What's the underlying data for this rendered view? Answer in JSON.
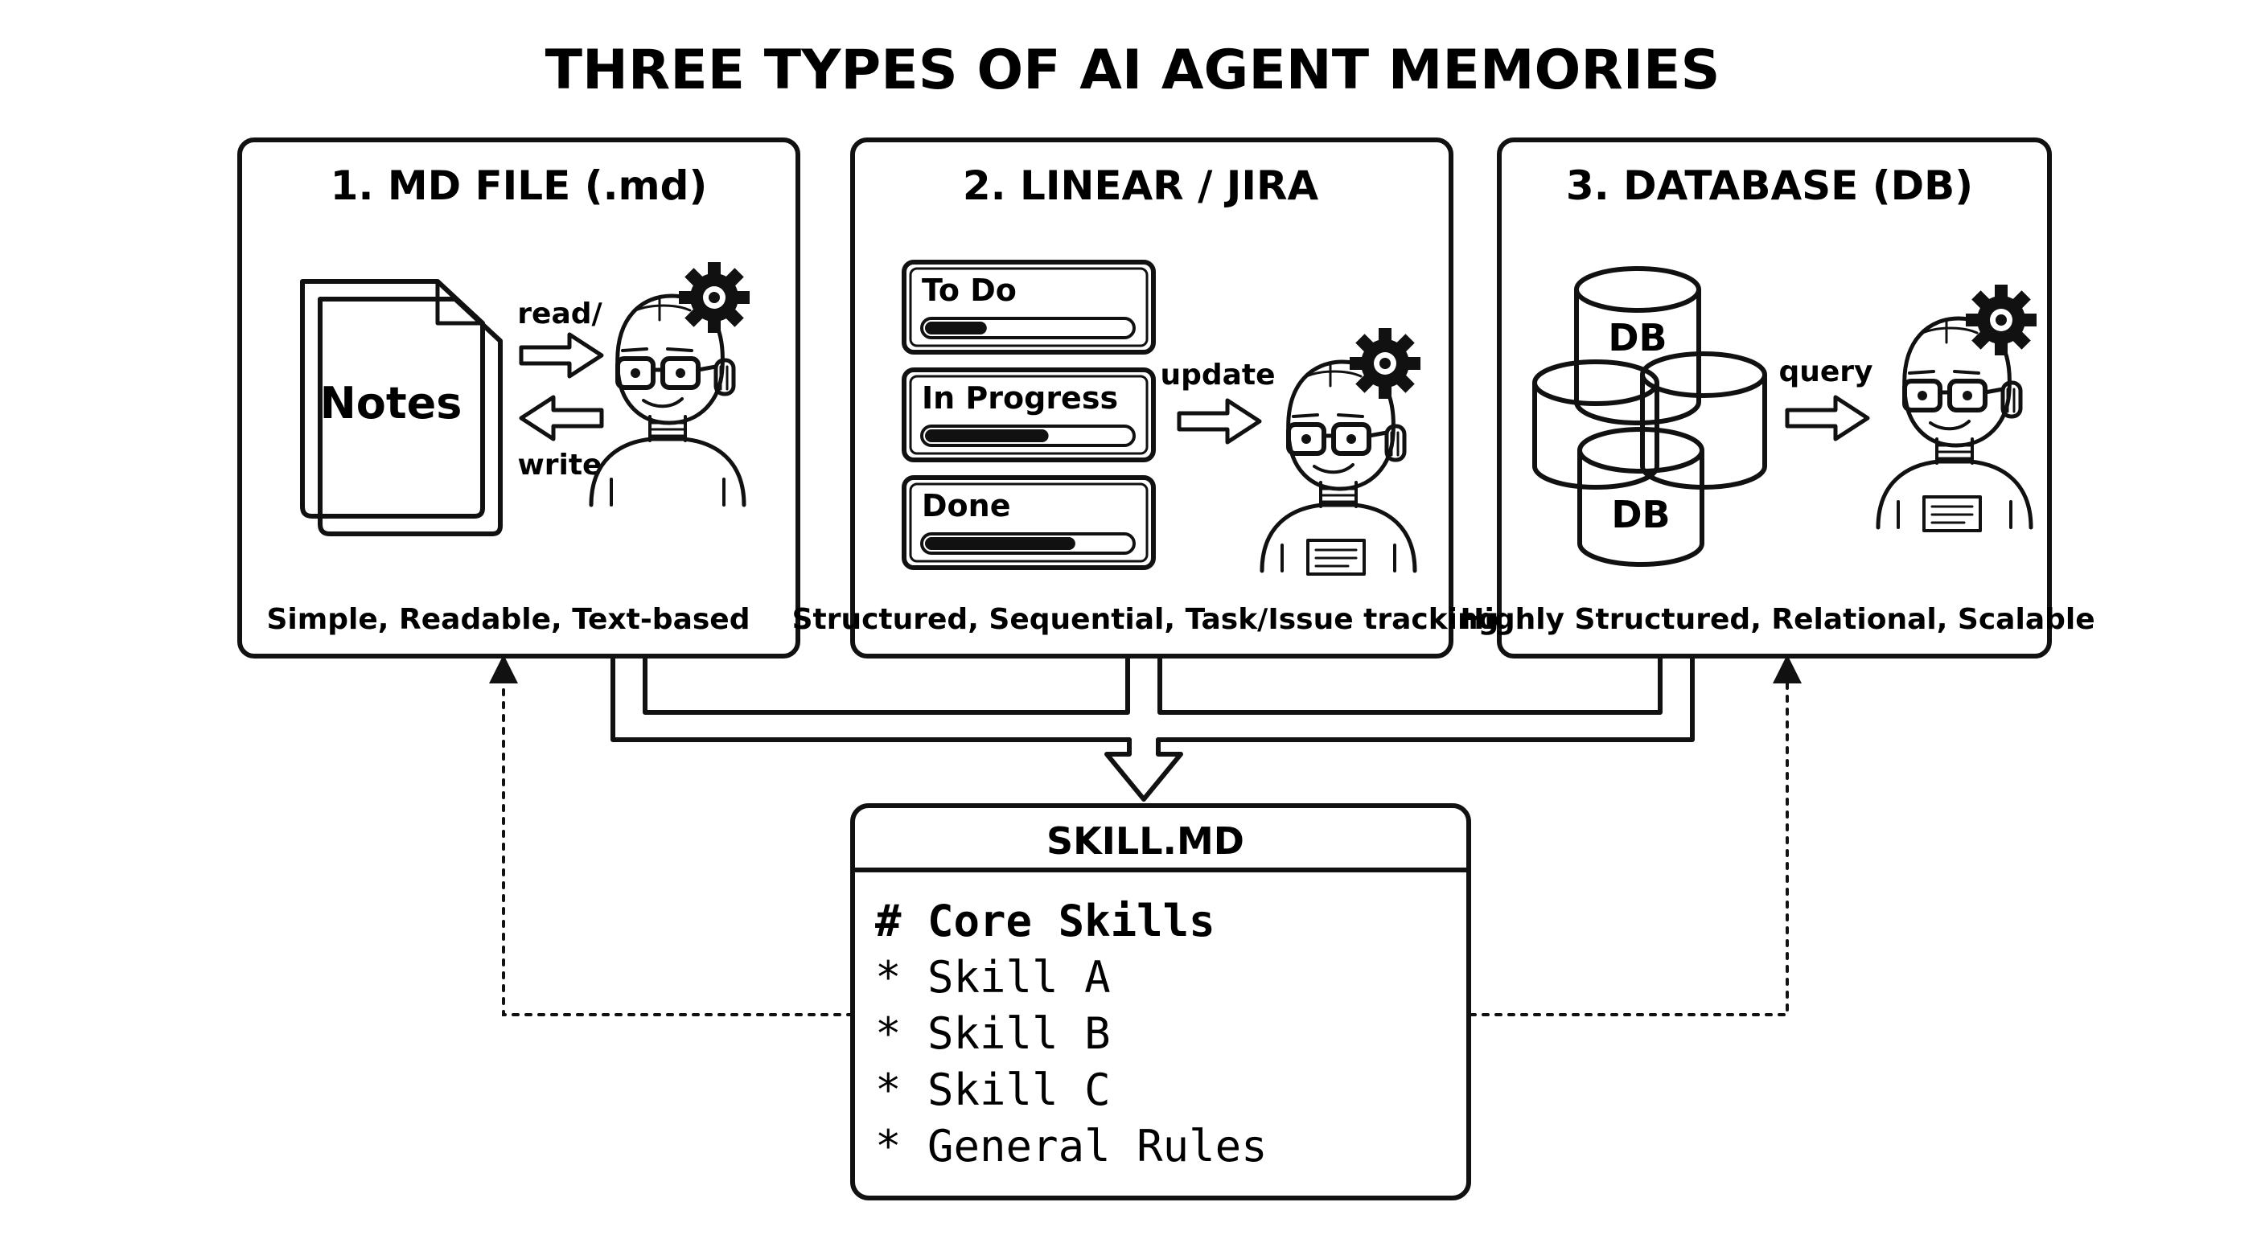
{
  "title": "THREE TYPES OF AI AGENT MEMORIES",
  "cards": [
    {
      "heading": "1. MD FILE (.md)",
      "caption": "Simple, Readable, Text-based",
      "document_label": "Notes",
      "arrow_read_label": "read/",
      "arrow_write_label": "write"
    },
    {
      "heading": "2. LINEAR / JIRA",
      "caption": "Structured, Sequential, Task/Issue tracking",
      "arrow_label": "update",
      "tasks": [
        {
          "label": "To Do",
          "progress": 0.3
        },
        {
          "label": "In Progress",
          "progress": 0.6
        },
        {
          "label": "Done",
          "progress": 0.73
        }
      ]
    },
    {
      "heading": "3. DATABASE (DB)",
      "caption": "Highly Structured, Relational, Scalable",
      "arrow_label": "query",
      "db_labels": [
        "DB",
        "DB"
      ]
    }
  ],
  "skill_file": {
    "title": "SKILL.MD",
    "heading_line": "# Core Skills",
    "lines": [
      "* Skill A",
      "* Skill B",
      "* Skill C",
      "* General Rules"
    ]
  },
  "colors": {
    "ink": "#111111",
    "background": "#ffffff"
  }
}
